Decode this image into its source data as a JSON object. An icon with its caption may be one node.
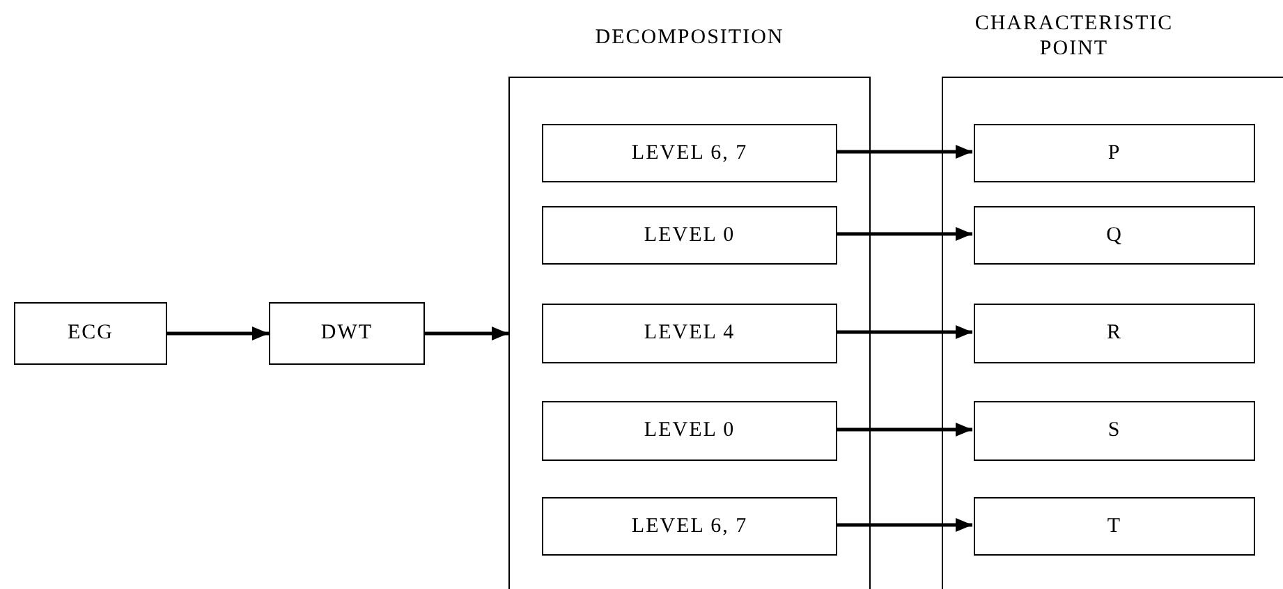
{
  "diagram": {
    "nodes": [
      {
        "text": [
          "ECG"
        ]
      },
      {
        "text": [
          "DWT"
        ]
      },
      {
        "text": [
          "DECOMPOSITION"
        ]
      },
      {
        "text": [
          "LEVEL 6, 7"
        ],
        "in": 2
      },
      {
        "text": [
          "LEVEL 0"
        ],
        "in": 2
      },
      {
        "text": [
          "LEVEL 4"
        ],
        "in": 2
      },
      {
        "text": [
          "LEVEL 0"
        ],
        "in": 2
      },
      {
        "text": [
          "LEVEL 6, 7"
        ],
        "in": 2
      },
      {
        "text": [
          "CHARACTERISTIC POINT"
        ]
      },
      {
        "text": [
          "P"
        ],
        "in": 8
      },
      {
        "text": [
          "Q"
        ],
        "in": 8
      },
      {
        "text": [
          "R"
        ],
        "in": 8
      },
      {
        "text": [
          "S"
        ],
        "in": 8
      },
      {
        "text": [
          "T"
        ],
        "in": 8
      }
    ],
    "edges": [
      {
        "from": 0,
        "to": 1,
        "arrow": "to"
      },
      {
        "from": 1,
        "to": 2,
        "arrow": "to"
      },
      {
        "from": 3,
        "to": 9,
        "arrow": "to"
      },
      {
        "from": 4,
        "to": 10,
        "arrow": "to"
      },
      {
        "from": 5,
        "to": 11,
        "arrow": "to"
      },
      {
        "from": 6,
        "to": 12,
        "arrow": "to"
      },
      {
        "from": 7,
        "to": 13,
        "arrow": "to"
      }
    ]
  }
}
